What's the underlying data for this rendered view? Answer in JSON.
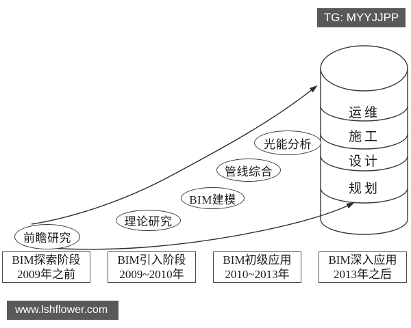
{
  "badge": {
    "label": "TG: MYYJJPP"
  },
  "watermark": {
    "label": "www.lshflower.com"
  },
  "diagram": {
    "bubbles": [
      {
        "label": "前瞻研究"
      },
      {
        "label": "理论研究"
      },
      {
        "label": "BIM建模"
      },
      {
        "label": "管线综合"
      },
      {
        "label": "光能分析"
      }
    ],
    "cylinder": {
      "layers": [
        {
          "label": "运维"
        },
        {
          "label": "施工"
        },
        {
          "label": "设计"
        },
        {
          "label": "规划"
        }
      ]
    },
    "stages": [
      {
        "name": "BIM探索阶段",
        "period": "2009年之前"
      },
      {
        "name": "BIM引入阶段",
        "period": "2009~2010年"
      },
      {
        "name": "BIM初级应用",
        "period": "2010~2013年"
      },
      {
        "name": "BIM深入应用",
        "period": "2013年之后"
      }
    ],
    "colors": {
      "line": "#3a3a3a",
      "bar_background": "#595959",
      "bar_text": "#ffffff",
      "text": "#1a1a1a",
      "background": "#ffffff"
    }
  }
}
